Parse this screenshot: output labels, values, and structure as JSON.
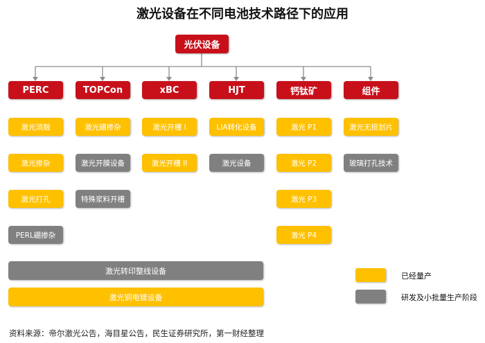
{
  "title": "激光设备在不同电池技术路径下的应用",
  "root": "光伏设备",
  "categories": [
    "PERC",
    "TOPCon",
    "xBC",
    "HJT",
    "钙钛矿",
    "组件"
  ],
  "columns": {
    "perc": [
      "激光消融",
      "激光掺杂",
      "激光打孔",
      "PERL硼掺杂"
    ],
    "topcon": [
      "激光硼掺杂",
      "激光开膜设备",
      "特殊浆料开槽"
    ],
    "xbc": [
      "激光开槽 I",
      "激光开槽 II"
    ],
    "hjt": [
      "LIA转化设备",
      "激光设备"
    ],
    "perovskite": [
      "激光 P1",
      "激光 P2",
      "激光 P3",
      "激光 P4"
    ],
    "module": [
      "激光无损划片",
      "玻璃打孔技术"
    ]
  },
  "bars": [
    "激光转印整线设备",
    "激光铜电镀设备"
  ],
  "legend": {
    "mass_production": "已经量产",
    "rd_small_batch": "研发及小批量生产阶段"
  },
  "source": "资料来源：帝尔激光公告，海目星公告，民生证券研究所，第一财经整理",
  "colors": {
    "red": "#c8101a",
    "yellow": "#ffc000",
    "gray": "#808080"
  }
}
